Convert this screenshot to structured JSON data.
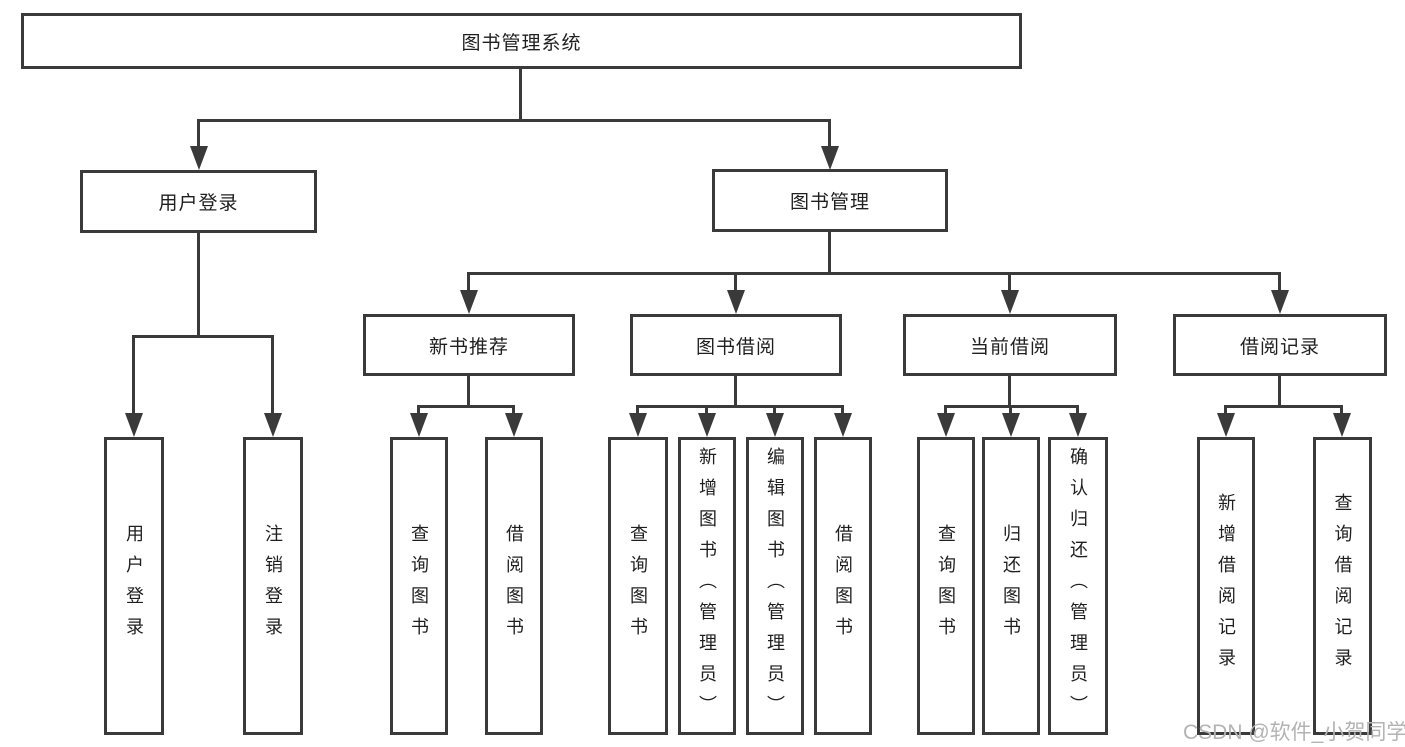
{
  "tree": {
    "root": {
      "label": "图书管理系统"
    },
    "branches": [
      {
        "label": "用户登录",
        "children": [
          {
            "label": "用户登录"
          },
          {
            "label": "注销登录"
          }
        ]
      },
      {
        "label": "图书管理",
        "sections": [
          {
            "label": "新书推荐",
            "children": [
              {
                "label": "查询图书"
              },
              {
                "label": "借阅图书"
              }
            ]
          },
          {
            "label": "图书借阅",
            "children": [
              {
                "label": "查询图书"
              },
              {
                "label": "新增图书（管理员）"
              },
              {
                "label": "编辑图书（管理员）"
              },
              {
                "label": "借阅图书"
              }
            ]
          },
          {
            "label": "当前借阅",
            "children": [
              {
                "label": "查询图书"
              },
              {
                "label": "归还图书"
              },
              {
                "label": "确认归还（管理员）"
              }
            ]
          },
          {
            "label": "借阅记录",
            "children": [
              {
                "label": "新增借阅记录"
              },
              {
                "label": "查询借阅记录"
              }
            ]
          }
        ]
      }
    ]
  },
  "watermark": {
    "text": "CSDN @软件_小贺同学"
  },
  "colors": {
    "line": "#3a3a3a",
    "text": "#1f1f1f",
    "watermark": "#b3b3b3",
    "background": "#ffffff"
  }
}
